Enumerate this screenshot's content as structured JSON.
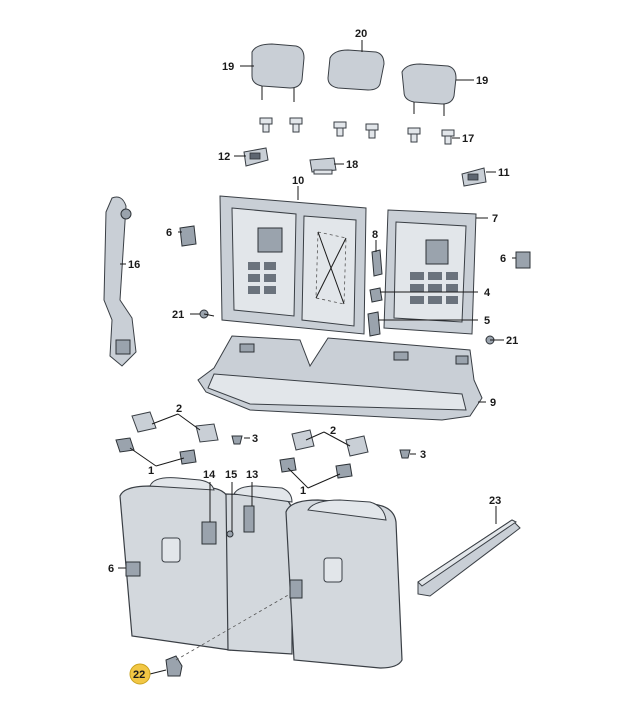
{
  "labels": {
    "l1a": "1",
    "l1b": "1",
    "l2a": "2",
    "l2b": "2",
    "l3a": "3",
    "l3b": "3",
    "l4": "4",
    "l5": "5",
    "l6a": "6",
    "l6b": "6",
    "l6c": "6",
    "l7": "7",
    "l8": "8",
    "l9": "9",
    "l10": "10",
    "l11": "11",
    "l12": "12",
    "l13": "13",
    "l14": "14",
    "l15": "15",
    "l16": "16",
    "l17": "17",
    "l18": "18",
    "l19a": "19",
    "l19b": "19",
    "l20": "20",
    "l21a": "21",
    "l21b": "21",
    "l22": "22",
    "l23": "23"
  },
  "colors": {
    "part": "#c9cfd6",
    "highlight": "#f2c744",
    "line": "#1a1a1a"
  }
}
